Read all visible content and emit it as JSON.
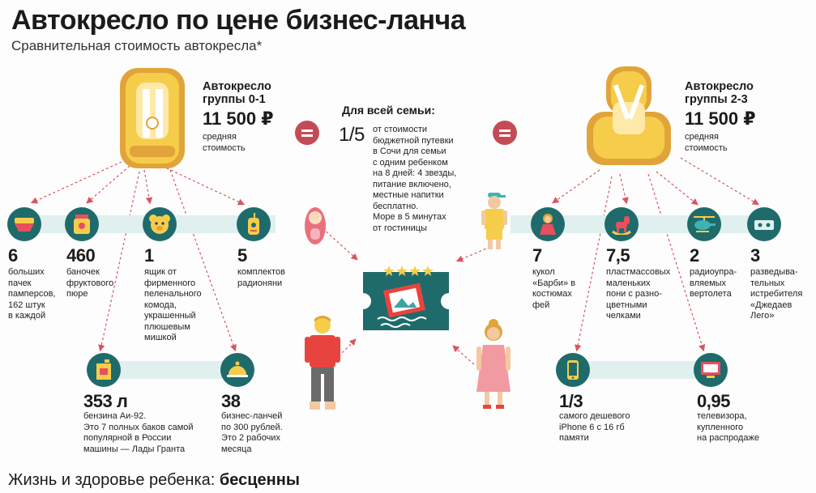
{
  "title": "Автокресло по цене бизнес-ланча",
  "subtitle": "Сравнительная стоимость автокресла*",
  "footer": {
    "prefix": "Жизнь и здоровье ребенка: ",
    "bold": "бесценны"
  },
  "colors": {
    "teal": "#1f6b6b",
    "band": "#dff0ef",
    "accent_red": "#c44b55",
    "seat_yellow": "#f5cd4a",
    "seat_orange": "#e1a43a"
  },
  "left_seat": {
    "title_line1": "Автокресло",
    "title_line2": "группы 0-1",
    "price": "11 500 ₽",
    "note_line1": "средняя",
    "note_line2": "стоимость"
  },
  "right_seat": {
    "title_line1": "Автокресло",
    "title_line2": "группы 2-3",
    "price": "11 500 ₽",
    "note_line1": "средняя",
    "note_line2": "стоимость"
  },
  "family": {
    "header": "Для всей семьи:",
    "fraction": "1/5",
    "lines": [
      "от стоимости",
      "бюджетной путевки",
      "в Сочи для семьи",
      "с одним ребенком",
      "на 8 дней: 4 звезды,",
      "питание включено,",
      "местные напитки",
      "бесплатно.",
      "Море в 5 минутах",
      "от гостиницы"
    ]
  },
  "items": {
    "diapers": {
      "icon": "diaper-icon",
      "value": "6",
      "lines": [
        "больших",
        "пачек",
        "памперсов,",
        "162 штук",
        "в каждой"
      ]
    },
    "puree": {
      "icon": "puree-jar-icon",
      "value": "460",
      "lines": [
        "баночек",
        "фруктового",
        "пюре"
      ]
    },
    "box": {
      "icon": "teddy-bear-icon",
      "value": "1",
      "lines": [
        "ящик от",
        "фирменного",
        "пеленального",
        "комода,",
        "украшенный",
        "плюшевым",
        "мишкой"
      ]
    },
    "radio": {
      "icon": "baby-monitor-icon",
      "value": "5",
      "lines": [
        "комплектов",
        "радионяни"
      ]
    },
    "fuel": {
      "icon": "fuel-canister-icon",
      "value": "353 л",
      "lines": [
        "бензина Аи-92.",
        "Это 7 полных баков самой",
        "популярной в России",
        "машины — Лады Гранта"
      ]
    },
    "lunch": {
      "icon": "cloche-icon",
      "value": "38",
      "lines": [
        "бизнес-ланчей",
        "по 300 рублей.",
        "Это 2 рабочих",
        "месяца"
      ]
    },
    "barbie": {
      "icon": "doll-icon",
      "value": "7",
      "lines": [
        "кукол",
        "«Барби» в",
        "костюмах",
        "фей"
      ]
    },
    "pony": {
      "icon": "rocking-horse-icon",
      "value": "7,5",
      "lines": [
        "пластмассовых",
        "маленьких",
        "пони с разно-",
        "цветными",
        "челками"
      ]
    },
    "heli": {
      "icon": "helicopter-icon",
      "value": "2",
      "lines": [
        "радиоупра-",
        "вляемых",
        "вертолета"
      ]
    },
    "lego": {
      "icon": "lego-brick-icon",
      "value": "3",
      "lines": [
        "разведыва-",
        "тельных",
        "истребителя",
        "«Джедаев",
        "Лего»"
      ]
    },
    "iphone": {
      "icon": "phone-icon",
      "value": "1/3",
      "lines": [
        "самого дешевого",
        "iPhone 6 с 16 гб",
        "памяти"
      ]
    },
    "tv": {
      "icon": "tv-icon",
      "value": "0,95",
      "lines": [
        "телевизора,",
        "купленного",
        "на распродаже"
      ]
    }
  }
}
